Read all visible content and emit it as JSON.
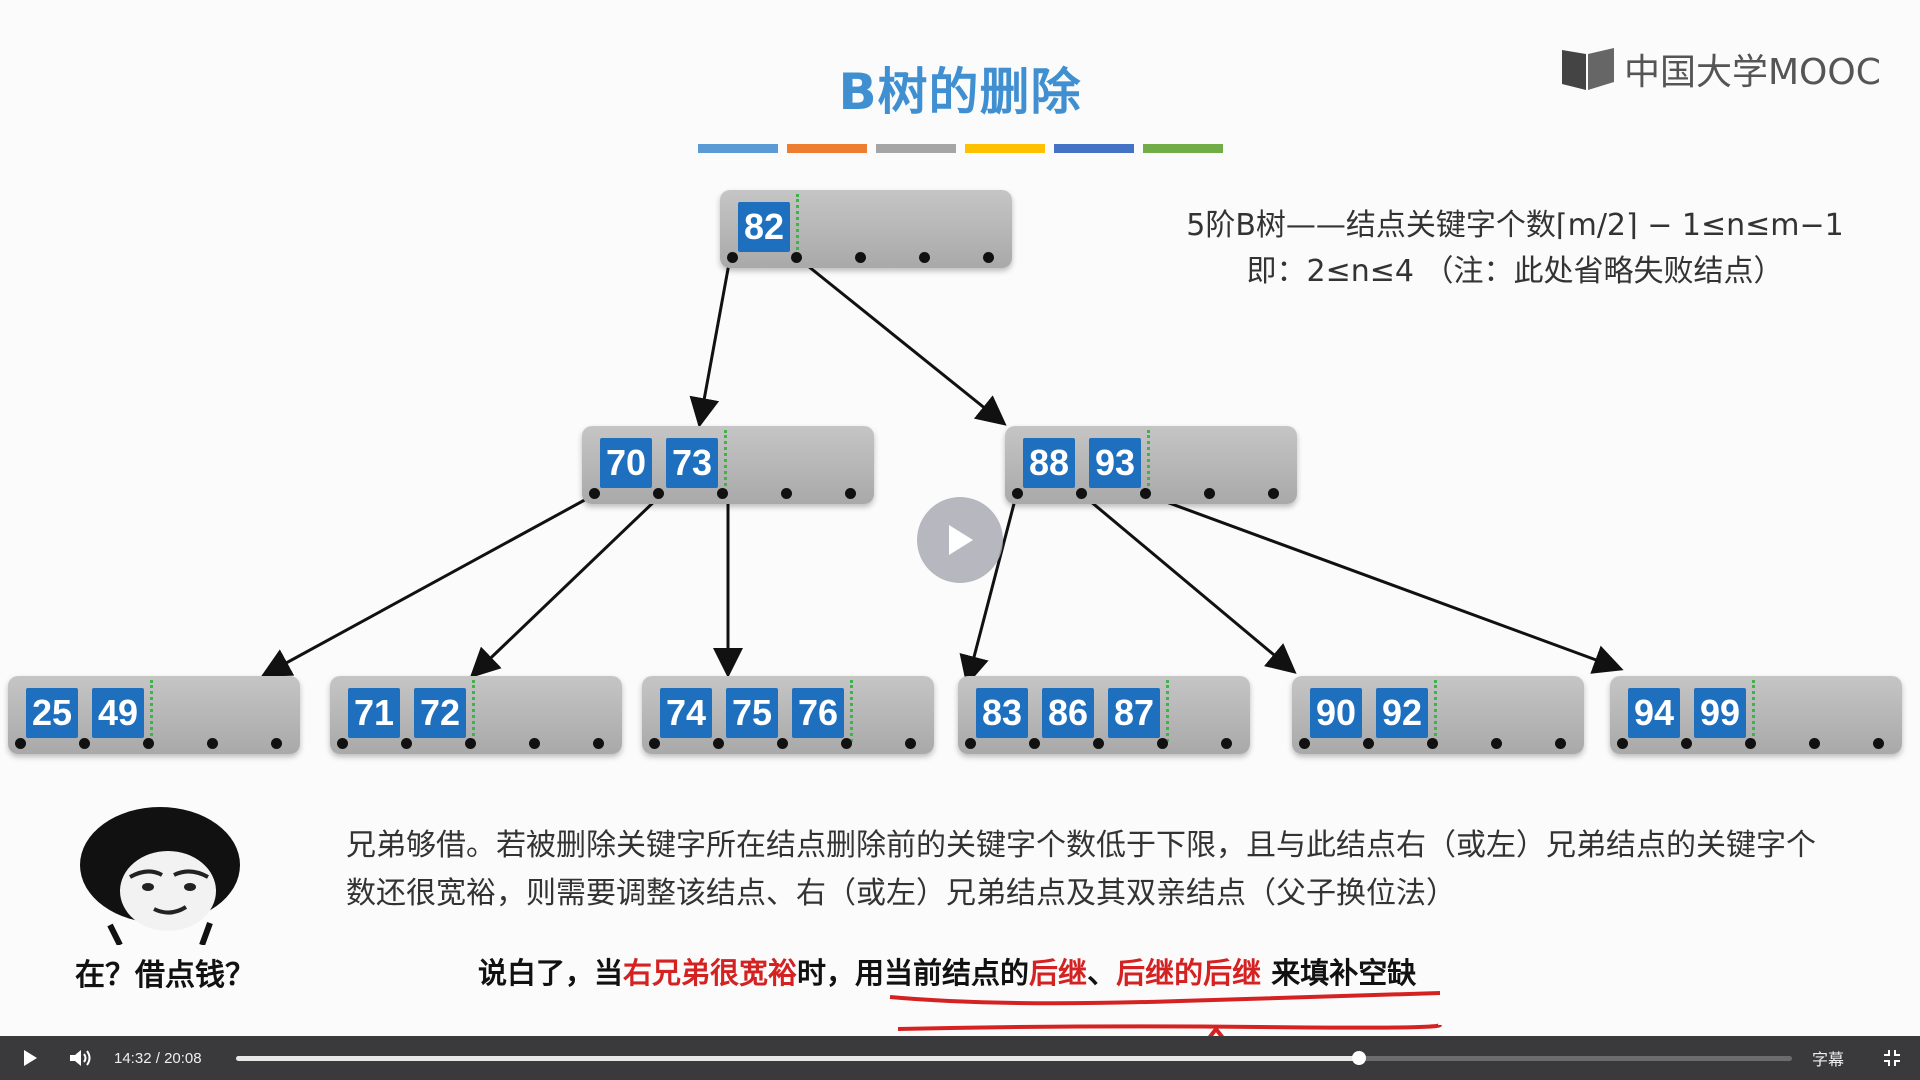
{
  "slide": {
    "title": "B树的删除",
    "logo_text": "中国大学MOOC",
    "rule_line1": "5阶B树——结点关键字个数⌈m/2⌉ − 1≤n≤m−1",
    "rule_line2": "即：2≤n≤4 （注：此处省略失败结点）",
    "colorbar_colors": [
      "#5b9bd5",
      "#ed7d31",
      "#a5a5a5",
      "#ffc000",
      "#4472c4",
      "#70ad47"
    ],
    "tree": {
      "root": {
        "keys": [
          "82"
        ]
      },
      "level1": [
        {
          "keys": [
            "70",
            "73"
          ]
        },
        {
          "keys": [
            "88",
            "93"
          ]
        }
      ],
      "leaves": [
        {
          "keys": [
            "25",
            "49"
          ]
        },
        {
          "keys": [
            "71",
            "72"
          ]
        },
        {
          "keys": [
            "74",
            "75",
            "76"
          ]
        },
        {
          "keys": [
            "83",
            "86",
            "87"
          ]
        },
        {
          "keys": [
            "90",
            "92"
          ]
        },
        {
          "keys": [
            "94",
            "99"
          ]
        }
      ]
    },
    "meme_caption": "在？借点钱？",
    "explanation": "兄弟够借。若被删除关键字所在结点删除前的关键字个数低于下限，且与此结点右（或左）兄弟结点的关键字个数还很宽裕，则需要调整该结点、右（或左）兄弟结点及其双亲结点（父子换位法）",
    "summary": {
      "p1": "说白了，当",
      "p2": "右兄弟很宽裕",
      "p3": "时，用当前结点的",
      "p4": "后继",
      "p5": "、",
      "p6": "后继的后继",
      "p7": " 来填补空缺"
    },
    "colors": {
      "key_fill": "#1f6fbf",
      "title": "#3f8fd1",
      "highlight": "#d42222"
    }
  },
  "player": {
    "current_time": "14:32",
    "separator": "/",
    "duration": "20:08",
    "progress": 0.7219,
    "subtitle_label": "字幕"
  }
}
